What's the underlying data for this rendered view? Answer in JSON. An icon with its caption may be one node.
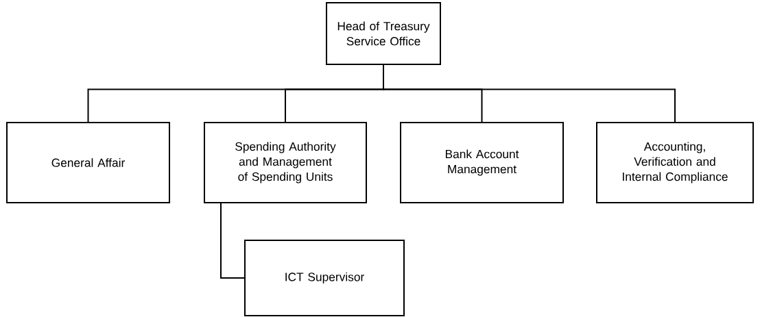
{
  "diagram": {
    "nodes": [
      {
        "text": [
          "Head of Treasury Service Office"
        ]
      },
      {
        "text": [
          "General Affair"
        ]
      },
      {
        "text": [
          "Spending Authority and Management of Spending Units"
        ]
      },
      {
        "text": [
          "Bank Account Management"
        ]
      },
      {
        "text": [
          "Accounting, Verification and Internal Compliance"
        ]
      },
      {
        "text": [
          "ICT Supervisor"
        ]
      }
    ],
    "edges": [
      {
        "from": 0,
        "to": 1,
        "arrow": "none"
      },
      {
        "from": 0,
        "to": 2,
        "arrow": "none"
      },
      {
        "from": 0,
        "to": 3,
        "arrow": "none"
      },
      {
        "from": 0,
        "to": 4,
        "arrow": "none"
      },
      {
        "from": 2,
        "to": 5,
        "arrow": "none"
      }
    ]
  }
}
